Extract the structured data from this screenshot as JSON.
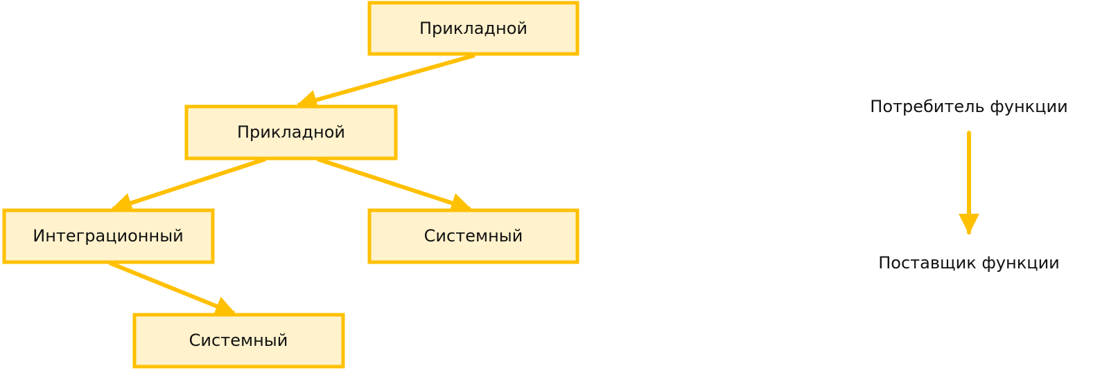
{
  "colors": {
    "node_fill": "#FFF2CC",
    "node_border": "#FFC000",
    "edge": "#FFC000",
    "text": "#111111"
  },
  "nodes": [
    {
      "id": "n1",
      "label": "Прикладной"
    },
    {
      "id": "n2",
      "label": "Прикладной"
    },
    {
      "id": "n3",
      "label": "Интеграционный"
    },
    {
      "id": "n4",
      "label": "Системный"
    },
    {
      "id": "n5",
      "label": "Системный"
    }
  ],
  "edges": [
    {
      "from": "n1",
      "to": "n2"
    },
    {
      "from": "n2",
      "to": "n3"
    },
    {
      "from": "n2",
      "to": "n4"
    },
    {
      "from": "n3",
      "to": "n5"
    }
  ],
  "legend": {
    "consumer": "Потребитель функции",
    "provider": "Поставщик функции"
  }
}
